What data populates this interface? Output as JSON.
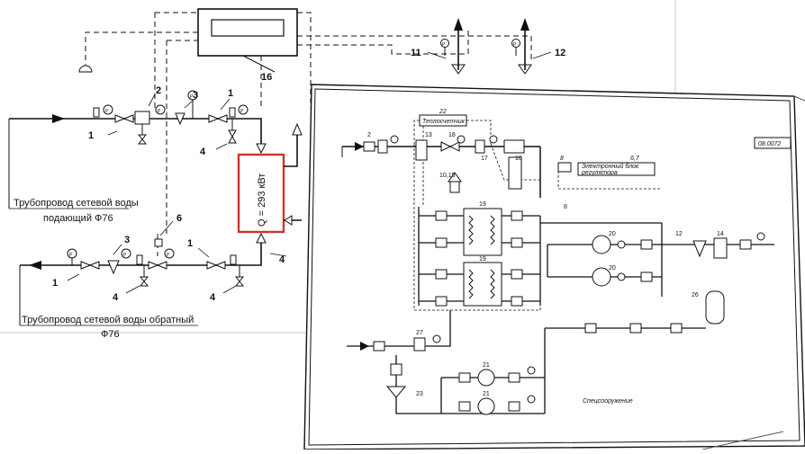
{
  "sheet1": {
    "numbers": {
      "n1a": "1",
      "n1b": "1",
      "n1c": "1",
      "n1d": "1",
      "n2": "2",
      "n3a": "3",
      "n3b": "3",
      "n4a": "4",
      "n4b": "4",
      "n4c": "4",
      "n4d": "4",
      "n6": "6",
      "n11": "11",
      "n12": "12",
      "n16": "16"
    },
    "gauge_letter": "P",
    "supply_label_1": "Трубопровод сетевой воды",
    "supply_label_2": "подающий Ф76",
    "return_label_1": "Трубопровод сетевой воды обратный",
    "return_label_2": "Ф76",
    "heat_load": "Q = 293 кВт"
  },
  "sheet2": {
    "drawing_code": "08.0072",
    "box_22_number": "22",
    "box_22_label": "Теплосчетчик",
    "box_8_number": "8",
    "box_67_number": "6,7",
    "box_67_line1": "Электронный блок",
    "box_67_line2": "регулятора",
    "floor_label": "Спецсооружение",
    "labels": {
      "n2": "2",
      "n13": "13",
      "n18": "18",
      "n17": "17",
      "n10": "10",
      "n1015": "10,15",
      "n19a": "19",
      "n19b": "19",
      "n14": "14",
      "n20a": "20",
      "n20b": "20",
      "n23": "23",
      "n26": "26",
      "n27": "27",
      "n21a": "21",
      "n21b": "21",
      "n12": "12",
      "n8": "8"
    }
  },
  "colors": {
    "line": "#111111",
    "highlight": "#d0312d",
    "paper": "#ffffff"
  }
}
